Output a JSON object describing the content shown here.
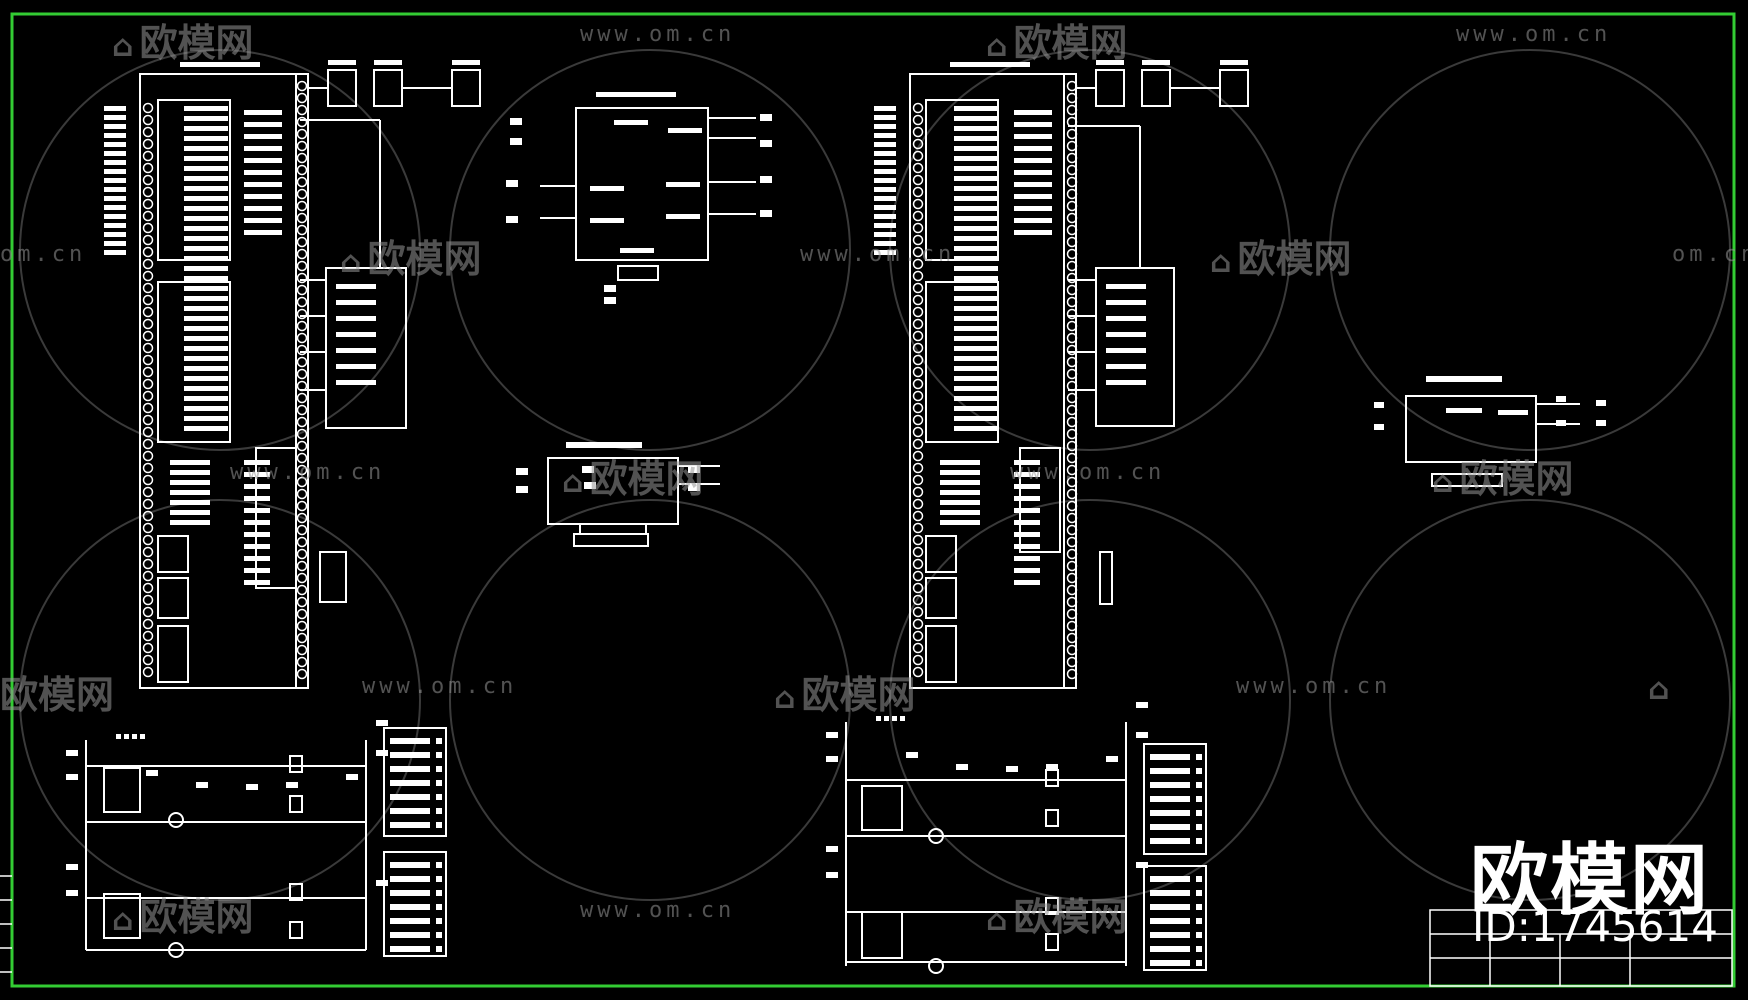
{
  "watermark": {
    "url_text": "www.om.cn",
    "url_short": "om.cn",
    "brand_cn": "欧模网"
  },
  "brand": {
    "name": "欧模网",
    "id_label": "ID:1745614"
  },
  "colors": {
    "background": "#000000",
    "border": "#33cc33",
    "lines": "#ffffff",
    "watermark": "#969696"
  }
}
